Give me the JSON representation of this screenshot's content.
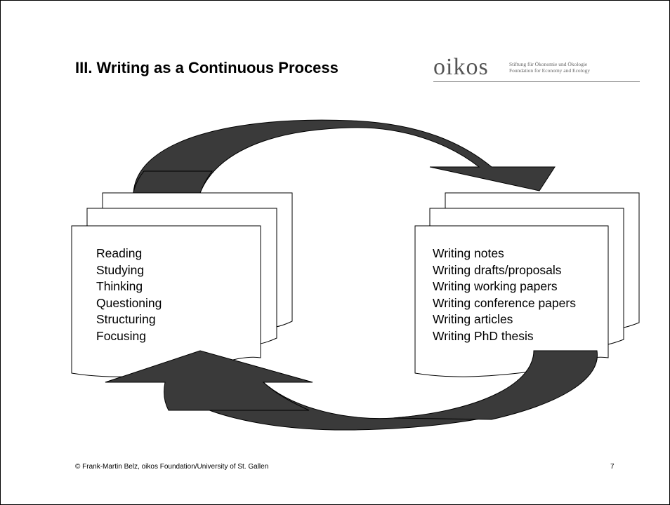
{
  "slide": {
    "title": "III. Writing as a Continuous Process",
    "logo": {
      "word": "oikos",
      "line1": "Stiftung für Ökonomie und Ökologie",
      "line2": "Foundation for Economy and Ecology"
    },
    "left_stack": {
      "items": [
        "Reading",
        "Studying",
        "Thinking",
        "Questioning",
        "Structuring",
        "Focusing"
      ]
    },
    "right_stack": {
      "items": [
        "Writing notes",
        "Writing drafts/proposals",
        "Writing working papers",
        "Writing conference papers",
        "Writing articles",
        "Writing PhD thesis"
      ]
    },
    "footer": "© Frank-Martin Belz, oikos Foundation/University of St. Gallen",
    "page_number": "7",
    "colors": {
      "arrow_fill": "#3a3a3a",
      "page_fill": "#ffffff",
      "page_border": "#000000"
    }
  }
}
